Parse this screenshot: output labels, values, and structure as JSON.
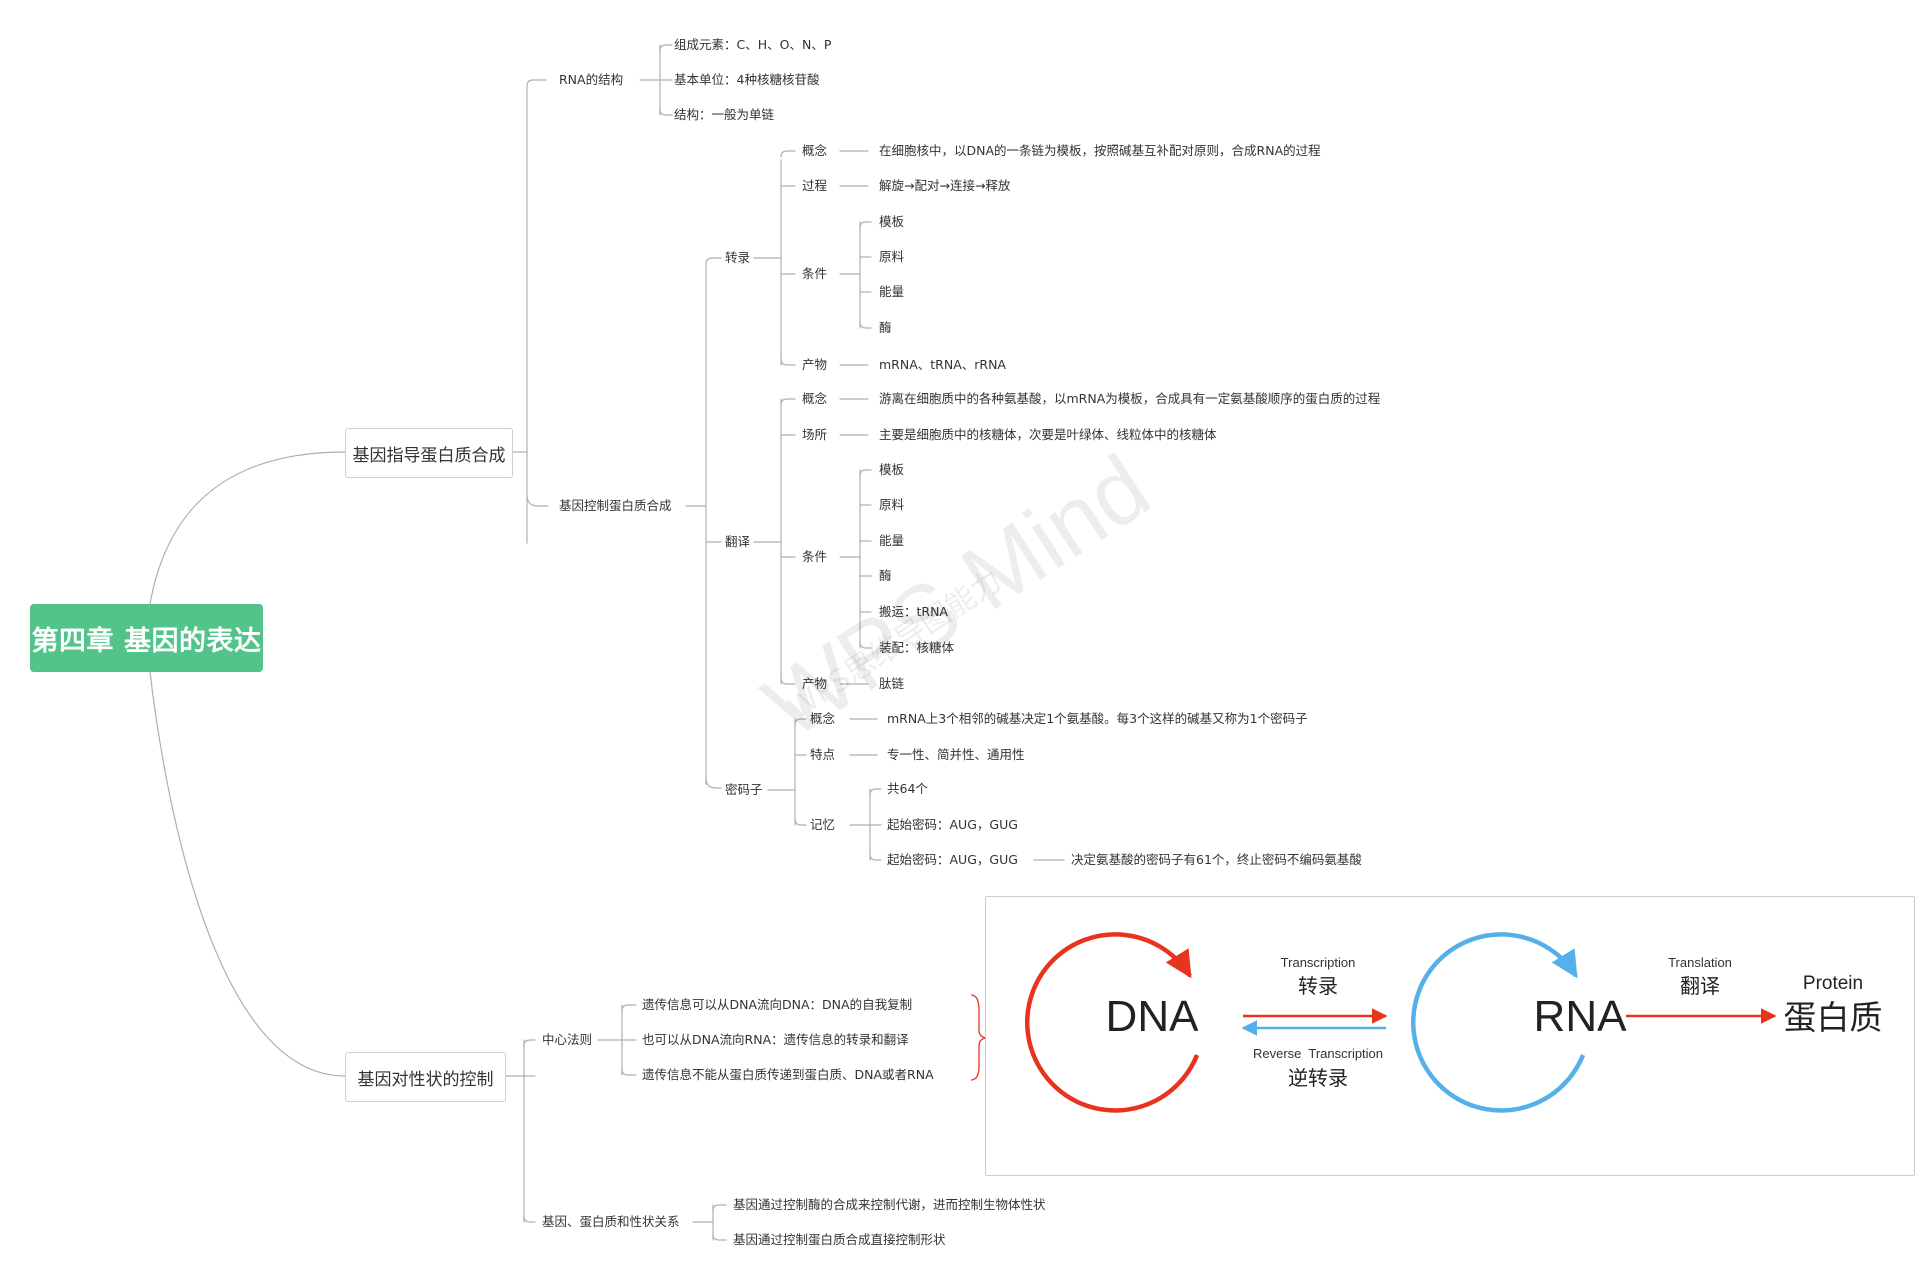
{
  "root": {
    "title": "第四章 基因的表达"
  },
  "watermark": {
    "brand": "WPS Mind",
    "tagline": "WPS思维导图能力"
  },
  "branch1": {
    "title": "基因指导蛋白质合成",
    "rna_structure": {
      "title": "RNA的结构",
      "items": [
        "组成元素：C、H、O、N、P",
        "基本单位：4种核糖核苷酸",
        "结构：一般为单链"
      ]
    },
    "gene_control": {
      "title": "基因控制蛋白质合成",
      "transcription": {
        "title": "转录",
        "concept_label": "概念",
        "concept": "在细胞核中，以DNA的一条链为模板，按照碱基互补配对原则，合成RNA的过程",
        "process_label": "过程",
        "process": "解旋→配对→连接→释放",
        "conditions_label": "条件",
        "conditions": [
          "模板",
          "原料",
          "能量",
          "酶"
        ],
        "product_label": "产物",
        "product": "mRNA、tRNA、rRNA"
      },
      "translation": {
        "title": "翻译",
        "concept_label": "概念",
        "concept": "游离在细胞质中的各种氨基酸，以mRNA为模板，合成具有一定氨基酸顺序的蛋白质的过程",
        "site_label": "场所",
        "site": "主要是细胞质中的核糖体，次要是叶绿体、线粒体中的核糖体",
        "conditions_label": "条件",
        "conditions": [
          "模板",
          "原料",
          "能量",
          "酶",
          "搬运：tRNA",
          "装配：核糖体"
        ],
        "product_label": "产物",
        "product": "肽链"
      },
      "codon": {
        "title": "密码子",
        "concept_label": "概念",
        "concept": "mRNA上3个相邻的碱基决定1个氨基酸。每3个这样的碱基又称为1个密码子",
        "feature_label": "特点",
        "feature": "专一性、简并性、通用性",
        "memory_label": "记忆",
        "memory": [
          "共64个",
          "起始密码：AUG，GUG",
          "起始密码：AUG，GUG"
        ],
        "memory_note": "决定氨基酸的密码子有61个，终止密码不编码氨基酸"
      }
    }
  },
  "branch2": {
    "title": "基因对性状的控制",
    "central_dogma": {
      "title": "中心法则",
      "items": [
        "遗传信息可以从DNA流向DNA：DNA的自我复制",
        "也可以从DNA流向RNA：遗传信息的转录和翻译",
        "遗传信息不能从蛋白质传递到蛋白质、DNA或者RNA"
      ]
    },
    "relation": {
      "title": "基因、蛋白质和性状关系",
      "items": [
        "基因通过控制酶的合成来控制代谢，进而控制生物体性状",
        "基因通过控制蛋白质合成直接控制形状"
      ]
    }
  },
  "diagram": {
    "dna": "DNA",
    "rna": "RNA",
    "transcription_en": "Transcription",
    "transcription_cn": "转录",
    "reverse_en": "Reverse  Transcription",
    "reverse_cn": "逆转录",
    "translation_en": "Translation",
    "translation_cn": "翻译",
    "protein_en": "Protein",
    "protein_cn": "蛋白质",
    "colors": {
      "dna_cycle": "#e8331f",
      "rna_cycle": "#55b0ea",
      "transcription_arrow": "#e8331f",
      "reverse_arrow": "#55b0ea",
      "translation_arrow": "#e8331f"
    }
  },
  "colors": {
    "root_bg": "#52c389",
    "line": "#b8b8b8",
    "brace": "#e8331f"
  }
}
